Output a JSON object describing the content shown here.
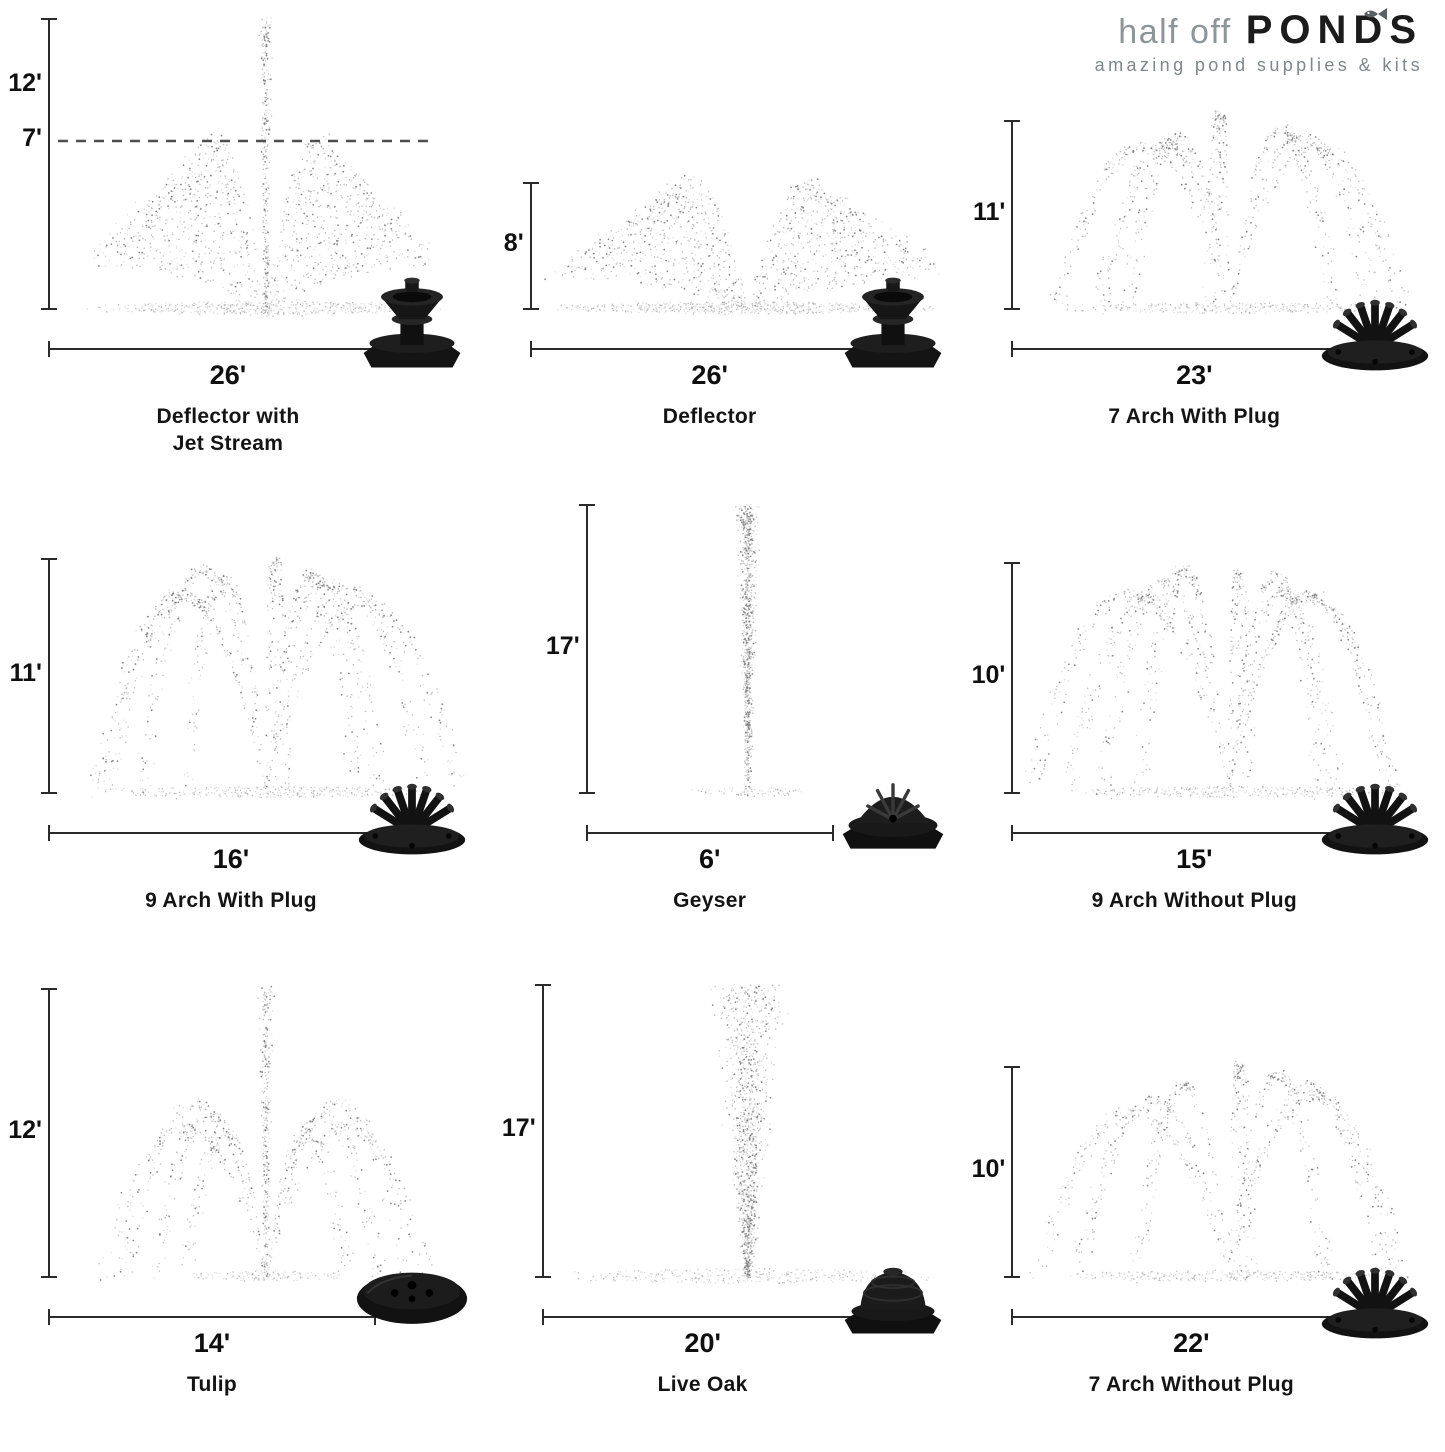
{
  "brand": {
    "name_light": "half off",
    "name_bold": "PONDS",
    "tagline": "amazing pond supplies & kits",
    "fish_icon": "fish-icon"
  },
  "colors": {
    "background": "#ffffff",
    "text": "#141414",
    "dimension_lines": "#2b2b2b",
    "spray_gray": "#8e8e8e",
    "logo_gray": "#8e9599",
    "nozzle_black": "#141414"
  },
  "cells": [
    {
      "name": "Deflector with\nJet Stream",
      "height": "12'",
      "height2": "7'",
      "width": "26'",
      "height_ft": 12,
      "height2_ft": 7,
      "width_ft": 26,
      "spray": "deflector-with-jet-stream",
      "nozzle": "deflector-nozzle"
    },
    {
      "name": "Deflector",
      "height": "8'",
      "width": "26'",
      "height_ft": 8,
      "width_ft": 26,
      "spray": "deflector",
      "nozzle": "deflector-nozzle"
    },
    {
      "name": "7 Arch With Plug",
      "height": "11'",
      "width": "23'",
      "height_ft": 11,
      "width_ft": 23,
      "spray": "7-arch",
      "nozzle": "arch-cluster-nozzle"
    },
    {
      "name": "9 Arch With Plug",
      "height": "11'",
      "width": "16'",
      "height_ft": 11,
      "width_ft": 16,
      "spray": "9-arch",
      "nozzle": "arch-cluster-nozzle"
    },
    {
      "name": "Geyser",
      "height": "17'",
      "width": "6'",
      "height_ft": 17,
      "width_ft": 6,
      "spray": "geyser",
      "nozzle": "geyser-nozzle"
    },
    {
      "name": "9 Arch Without Plug",
      "height": "10'",
      "width": "15'",
      "height_ft": 10,
      "width_ft": 15,
      "spray": "9-arch",
      "nozzle": "arch-cluster-nozzle"
    },
    {
      "name": "Tulip",
      "height": "12'",
      "width": "14'",
      "height_ft": 12,
      "width_ft": 14,
      "spray": "tulip",
      "nozzle": "tulip-float-nozzle"
    },
    {
      "name": "Live Oak",
      "height": "17'",
      "width": "20'",
      "height_ft": 17,
      "width_ft": 20,
      "spray": "live-oak",
      "nozzle": "live-oak-nozzle"
    },
    {
      "name": "7 Arch Without Plug",
      "height": "10'",
      "width": "22'",
      "height_ft": 10,
      "width_ft": 22,
      "spray": "7-arch",
      "nozzle": "arch-cluster-nozzle"
    }
  ]
}
